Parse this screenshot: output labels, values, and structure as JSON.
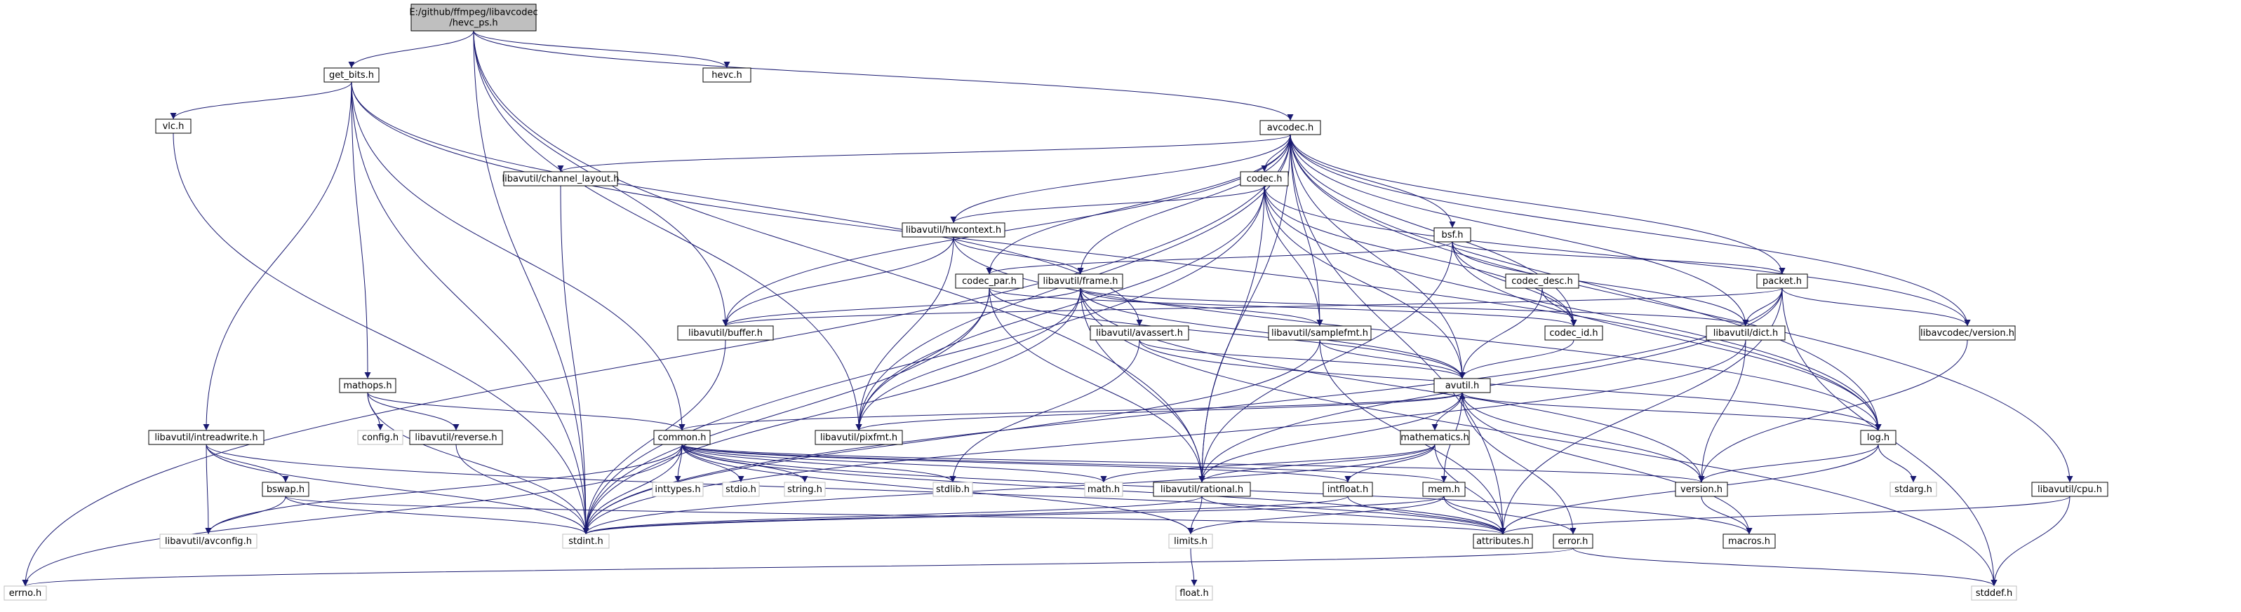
{
  "graph": {
    "colors": {
      "edge": "#191970",
      "root_fill": "#bfbfbf",
      "node_fill": "#ffffff",
      "node_border": "#000000",
      "system_border": "#bfbfbf",
      "system_text": "#7f7f7f"
    },
    "nodes": [
      {
        "id": "hevc_ps",
        "lines": [
          "E:/github/ffmpeg/libavcodec",
          "/hevc_ps.h"
        ],
        "kind": "root"
      },
      {
        "id": "get_bits",
        "lines": [
          "get_bits.h"
        ],
        "kind": "file"
      },
      {
        "id": "hevc",
        "lines": [
          "hevc.h"
        ],
        "kind": "file"
      },
      {
        "id": "vlc",
        "lines": [
          "vlc.h"
        ],
        "kind": "file"
      },
      {
        "id": "avcodec",
        "lines": [
          "avcodec.h"
        ],
        "kind": "file"
      },
      {
        "id": "channel_layout",
        "lines": [
          "libavutil/channel_layout.h"
        ],
        "kind": "file"
      },
      {
        "id": "codec",
        "lines": [
          "codec.h"
        ],
        "kind": "file"
      },
      {
        "id": "hwcontext",
        "lines": [
          "libavutil/hwcontext.h"
        ],
        "kind": "file"
      },
      {
        "id": "bsf",
        "lines": [
          "bsf.h"
        ],
        "kind": "file"
      },
      {
        "id": "codec_par",
        "lines": [
          "codec_par.h"
        ],
        "kind": "file"
      },
      {
        "id": "frame",
        "lines": [
          "libavutil/frame.h"
        ],
        "kind": "file"
      },
      {
        "id": "codec_desc",
        "lines": [
          "codec_desc.h"
        ],
        "kind": "file"
      },
      {
        "id": "packet",
        "lines": [
          "packet.h"
        ],
        "kind": "file"
      },
      {
        "id": "buffer",
        "lines": [
          "libavutil/buffer.h"
        ],
        "kind": "file"
      },
      {
        "id": "avassert",
        "lines": [
          "libavutil/avassert.h"
        ],
        "kind": "file"
      },
      {
        "id": "samplefmt",
        "lines": [
          "libavutil/samplefmt.h"
        ],
        "kind": "file"
      },
      {
        "id": "codec_id",
        "lines": [
          "codec_id.h"
        ],
        "kind": "file"
      },
      {
        "id": "dict",
        "lines": [
          "libavutil/dict.h"
        ],
        "kind": "file"
      },
      {
        "id": "lavc_version",
        "lines": [
          "libavcodec/version.h"
        ],
        "kind": "file"
      },
      {
        "id": "avutil",
        "lines": [
          "avutil.h"
        ],
        "kind": "file"
      },
      {
        "id": "mathops",
        "lines": [
          "mathops.h"
        ],
        "kind": "file"
      },
      {
        "id": "config",
        "lines": [
          "config.h"
        ],
        "kind": "system"
      },
      {
        "id": "reverse",
        "lines": [
          "libavutil/reverse.h"
        ],
        "kind": "file"
      },
      {
        "id": "intreadwrite",
        "lines": [
          "libavutil/intreadwrite.h"
        ],
        "kind": "file"
      },
      {
        "id": "common",
        "lines": [
          "common.h"
        ],
        "kind": "file"
      },
      {
        "id": "pixfmt",
        "lines": [
          "libavutil/pixfmt.h"
        ],
        "kind": "file"
      },
      {
        "id": "mathematics",
        "lines": [
          "mathematics.h"
        ],
        "kind": "file"
      },
      {
        "id": "log",
        "lines": [
          "log.h"
        ],
        "kind": "file"
      },
      {
        "id": "bswap",
        "lines": [
          "bswap.h"
        ],
        "kind": "file"
      },
      {
        "id": "inttypes",
        "lines": [
          "inttypes.h"
        ],
        "kind": "system"
      },
      {
        "id": "stdio",
        "lines": [
          "stdio.h"
        ],
        "kind": "system"
      },
      {
        "id": "string",
        "lines": [
          "string.h"
        ],
        "kind": "system"
      },
      {
        "id": "stdlib",
        "lines": [
          "stdlib.h"
        ],
        "kind": "system"
      },
      {
        "id": "math",
        "lines": [
          "math.h"
        ],
        "kind": "system"
      },
      {
        "id": "rational",
        "lines": [
          "libavutil/rational.h"
        ],
        "kind": "file"
      },
      {
        "id": "intfloat",
        "lines": [
          "intfloat.h"
        ],
        "kind": "file"
      },
      {
        "id": "mem",
        "lines": [
          "mem.h"
        ],
        "kind": "file"
      },
      {
        "id": "version",
        "lines": [
          "version.h"
        ],
        "kind": "file"
      },
      {
        "id": "stdarg",
        "lines": [
          "stdarg.h"
        ],
        "kind": "system"
      },
      {
        "id": "cpu",
        "lines": [
          "libavutil/cpu.h"
        ],
        "kind": "file"
      },
      {
        "id": "avconfig",
        "lines": [
          "libavutil/avconfig.h"
        ],
        "kind": "system"
      },
      {
        "id": "stdint",
        "lines": [
          "stdint.h"
        ],
        "kind": "system"
      },
      {
        "id": "limits",
        "lines": [
          "limits.h"
        ],
        "kind": "system"
      },
      {
        "id": "attributes",
        "lines": [
          "attributes.h"
        ],
        "kind": "file"
      },
      {
        "id": "macros",
        "lines": [
          "macros.h"
        ],
        "kind": "file"
      },
      {
        "id": "error",
        "lines": [
          "error.h"
        ],
        "kind": "file"
      },
      {
        "id": "errno",
        "lines": [
          "errno.h"
        ],
        "kind": "system"
      },
      {
        "id": "stddef",
        "lines": [
          "stddef.h"
        ],
        "kind": "system"
      },
      {
        "id": "float",
        "lines": [
          "float.h"
        ],
        "kind": "system"
      }
    ],
    "edges": [
      [
        "hevc_ps",
        "get_bits"
      ],
      [
        "hevc_ps",
        "hevc"
      ],
      [
        "hevc_ps",
        "avcodec"
      ],
      [
        "hevc_ps",
        "buffer"
      ],
      [
        "hevc_ps",
        "pixfmt"
      ],
      [
        "hevc_ps",
        "rational"
      ],
      [
        "hevc_ps",
        "stdint"
      ],
      [
        "get_bits",
        "vlc"
      ],
      [
        "get_bits",
        "mathops"
      ],
      [
        "get_bits",
        "intreadwrite"
      ],
      [
        "get_bits",
        "common"
      ],
      [
        "get_bits",
        "avassert"
      ],
      [
        "get_bits",
        "log"
      ],
      [
        "get_bits",
        "stdint"
      ],
      [
        "vlc",
        "stdint"
      ],
      [
        "avcodec",
        "errno"
      ],
      [
        "avcodec",
        "channel_layout"
      ],
      [
        "avcodec",
        "codec"
      ],
      [
        "avcodec",
        "hwcontext"
      ],
      [
        "avcodec",
        "bsf"
      ],
      [
        "avcodec",
        "codec_par"
      ],
      [
        "avcodec",
        "frame"
      ],
      [
        "avcodec",
        "packet"
      ],
      [
        "avcodec",
        "buffer"
      ],
      [
        "avcodec",
        "samplefmt"
      ],
      [
        "avcodec",
        "codec_id"
      ],
      [
        "avcodec",
        "dict"
      ],
      [
        "avcodec",
        "lavc_version"
      ],
      [
        "avcodec",
        "avutil"
      ],
      [
        "avcodec",
        "log"
      ],
      [
        "avcodec",
        "cpu"
      ],
      [
        "avcodec",
        "pixfmt"
      ],
      [
        "avcodec",
        "rational"
      ],
      [
        "avcodec",
        "attributes"
      ],
      [
        "channel_layout",
        "stdint"
      ],
      [
        "codec",
        "hwcontext"
      ],
      [
        "codec",
        "codec_id"
      ],
      [
        "codec",
        "samplefmt"
      ],
      [
        "codec",
        "pixfmt"
      ],
      [
        "codec",
        "avutil"
      ],
      [
        "codec",
        "rational"
      ],
      [
        "codec",
        "log"
      ],
      [
        "codec",
        "lavc_version"
      ],
      [
        "codec",
        "stdint"
      ],
      [
        "hwcontext",
        "buffer"
      ],
      [
        "hwcontext",
        "frame"
      ],
      [
        "hwcontext",
        "log"
      ],
      [
        "hwcontext",
        "pixfmt"
      ],
      [
        "bsf",
        "codec_par"
      ],
      [
        "bsf",
        "packet"
      ],
      [
        "bsf",
        "codec_id"
      ],
      [
        "bsf",
        "dict"
      ],
      [
        "bsf",
        "log"
      ],
      [
        "bsf",
        "rational"
      ],
      [
        "codec_par",
        "pixfmt"
      ],
      [
        "codec_par",
        "codec_id"
      ],
      [
        "codec_par",
        "avutil"
      ],
      [
        "codec_par",
        "rational"
      ],
      [
        "codec_par",
        "stdint"
      ],
      [
        "frame",
        "buffer"
      ],
      [
        "frame",
        "dict"
      ],
      [
        "frame",
        "avutil"
      ],
      [
        "frame",
        "pixfmt"
      ],
      [
        "frame",
        "rational"
      ],
      [
        "frame",
        "samplefmt"
      ],
      [
        "frame",
        "version"
      ],
      [
        "frame",
        "stddef"
      ],
      [
        "frame",
        "stdint"
      ],
      [
        "codec_desc",
        "codec_id"
      ],
      [
        "codec_desc",
        "avutil"
      ],
      [
        "packet",
        "buffer"
      ],
      [
        "packet",
        "dict"
      ],
      [
        "packet",
        "lavc_version"
      ],
      [
        "packet",
        "attributes"
      ],
      [
        "packet",
        "rational"
      ],
      [
        "packet",
        "stddef"
      ],
      [
        "packet",
        "stdint"
      ],
      [
        "buffer",
        "stdint"
      ],
      [
        "avassert",
        "avutil"
      ],
      [
        "avassert",
        "log"
      ],
      [
        "avassert",
        "stdlib"
      ],
      [
        "samplefmt",
        "avutil"
      ],
      [
        "samplefmt",
        "attributes"
      ],
      [
        "samplefmt",
        "stdint"
      ],
      [
        "codec_id",
        "avutil"
      ],
      [
        "dict",
        "version"
      ],
      [
        "dict",
        "stdint"
      ],
      [
        "lavc_version",
        "version"
      ],
      [
        "avutil",
        "common"
      ],
      [
        "avutil",
        "error"
      ],
      [
        "avutil",
        "mathematics"
      ],
      [
        "avutil",
        "log"
      ],
      [
        "avutil",
        "pixfmt"
      ],
      [
        "avutil",
        "rational"
      ],
      [
        "avutil",
        "version"
      ],
      [
        "avutil",
        "macros"
      ],
      [
        "mathops",
        "config"
      ],
      [
        "mathops",
        "common"
      ],
      [
        "mathops",
        "reverse"
      ],
      [
        "mathops",
        "stdint"
      ],
      [
        "reverse",
        "stdint"
      ],
      [
        "intreadwrite",
        "avconfig"
      ],
      [
        "intreadwrite",
        "attributes"
      ],
      [
        "intreadwrite",
        "bswap"
      ],
      [
        "intreadwrite",
        "stdint"
      ],
      [
        "common",
        "errno"
      ],
      [
        "common",
        "inttypes"
      ],
      [
        "common",
        "limits"
      ],
      [
        "common",
        "math"
      ],
      [
        "common",
        "stdint"
      ],
      [
        "common",
        "stdio"
      ],
      [
        "common",
        "stdlib"
      ],
      [
        "common",
        "string"
      ],
      [
        "common",
        "attributes"
      ],
      [
        "common",
        "macros"
      ],
      [
        "common",
        "version"
      ],
      [
        "common",
        "avconfig"
      ],
      [
        "common",
        "mem"
      ],
      [
        "common",
        "intfloat"
      ],
      [
        "mathematics",
        "stdint"
      ],
      [
        "mathematics",
        "math"
      ],
      [
        "mathematics",
        "attributes"
      ],
      [
        "mathematics",
        "rational"
      ],
      [
        "mathematics",
        "intfloat"
      ],
      [
        "log",
        "stdarg"
      ],
      [
        "log",
        "attributes"
      ],
      [
        "log",
        "version"
      ],
      [
        "bswap",
        "stdint"
      ],
      [
        "bswap",
        "avconfig"
      ],
      [
        "bswap",
        "attributes"
      ],
      [
        "rational",
        "stdint"
      ],
      [
        "rational",
        "limits"
      ],
      [
        "rational",
        "attributes"
      ],
      [
        "intfloat",
        "stdint"
      ],
      [
        "intfloat",
        "attributes"
      ],
      [
        "mem",
        "limits"
      ],
      [
        "mem",
        "stdint"
      ],
      [
        "mem",
        "attributes"
      ],
      [
        "mem",
        "error"
      ],
      [
        "mem",
        "avutil"
      ],
      [
        "version",
        "macros"
      ],
      [
        "cpu",
        "stddef"
      ],
      [
        "cpu",
        "attributes"
      ],
      [
        "limits",
        "float"
      ],
      [
        "error",
        "errno"
      ],
      [
        "error",
        "stddef"
      ]
    ]
  }
}
